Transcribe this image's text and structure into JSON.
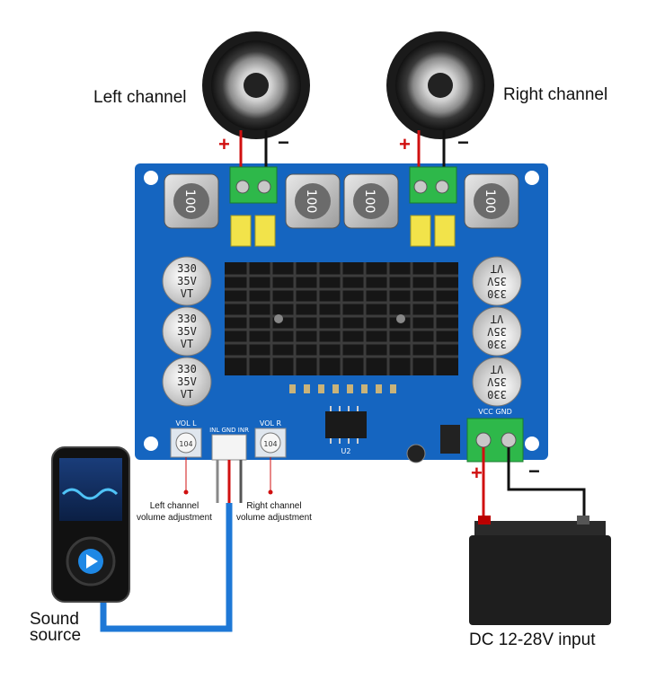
{
  "labels": {
    "left_channel": "Left channel",
    "right_channel": "Right channel",
    "left_volume": "Left channel\nvolume adjustment",
    "right_volume": "Right channel\nvolume adjustment",
    "sound_source": "Sound\nsource",
    "dc_input": "DC 12-28V input",
    "plus": "+",
    "minus": "−"
  },
  "board": {
    "inductor_marking": "100",
    "capacitor_lines": [
      "330",
      "35V",
      "VT"
    ],
    "vol_l": "VOL  L",
    "vol_r": "VOL  R",
    "input_header": "INL GND INR",
    "vcc_gnd": "VCC  GND",
    "chip_label": "U2",
    "pot_marking": "104"
  },
  "colors": {
    "pcb": "#1565c0",
    "terminal": "#2eb84a",
    "wire_signal": "#1e78d6",
    "wire_positive": "#d01010",
    "wire_negative": "#111111"
  }
}
